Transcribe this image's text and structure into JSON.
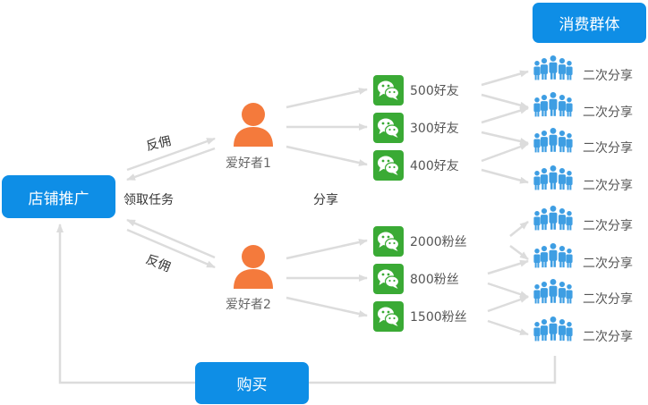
{
  "diagram": {
    "store_promo": "店铺推广",
    "consumer_group": "消费群体",
    "purchase": "购买",
    "commission_top": "反佣",
    "commission_bottom": "反佣",
    "receive_task": "领取任务",
    "share": "分享",
    "enthusiast_1": "爱好者1",
    "enthusiast_2": "爱好者2",
    "channels": [
      {
        "count": "500好友"
      },
      {
        "count": "300好友"
      },
      {
        "count": "400好友"
      },
      {
        "count": "2000粉丝"
      },
      {
        "count": "800粉丝"
      },
      {
        "count": "1500粉丝"
      }
    ],
    "secondary": [
      {
        "label": "二次分享"
      },
      {
        "label": "二次分享"
      },
      {
        "label": "二次分享"
      },
      {
        "label": "二次分享"
      },
      {
        "label": "二次分享"
      },
      {
        "label": "二次分享"
      },
      {
        "label": "二次分享"
      },
      {
        "label": "二次分享"
      }
    ]
  },
  "colors": {
    "accent_blue": "#0e8ee6",
    "person_orange": "#f47a3c",
    "wechat_green": "#3aaa35",
    "crowd_blue": "#3e9ee3",
    "arrow_gray": "#dcdcdc"
  },
  "icons": {
    "person": "person-icon",
    "wechat": "wechat-icon",
    "crowd": "crowd-icon"
  }
}
